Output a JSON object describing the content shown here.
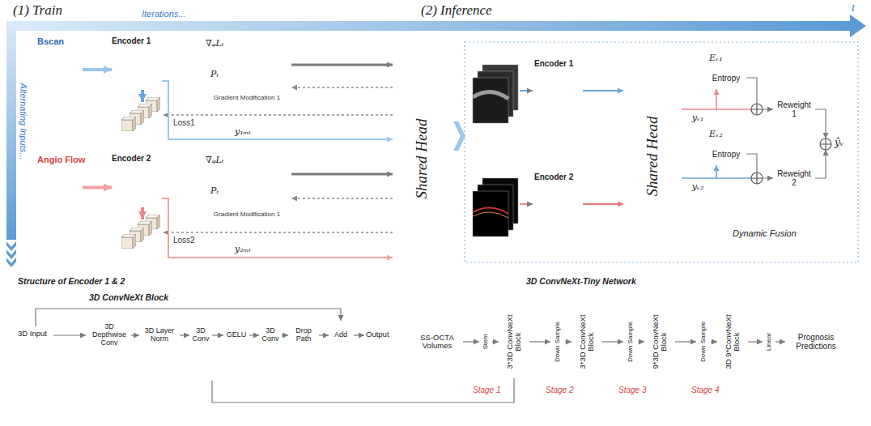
{
  "diagram": {
    "nodes": [
      {
        "text": [
          "Bscan"
        ]
      },
      {
        "text": [
          "Encoder 1"
        ]
      },
      {
        "text": [
          "∇ᵩLₜ",
          "Pₜ",
          "Gradient Modification 1"
        ]
      },
      {
        "text": [
          "Angio Flow"
        ]
      },
      {
        "text": [
          "Encoder 2"
        ]
      },
      {
        "text": [
          "∇ᵩLₜ",
          "Pₜ",
          "Gradient Modification 1"
        ]
      },
      {
        "text": [
          "Shared Head"
        ]
      },
      {
        "text": [
          "Encoder 1"
        ]
      },
      {
        "text": [
          "Encoder 2"
        ]
      },
      {
        "text": [
          "Shared Head"
        ]
      },
      {
        "text": [
          "Eᵥ₁",
          "Entropy"
        ]
      },
      {
        "text": [
          "Reweight 1"
        ]
      },
      {
        "text": [
          "Eᵥ₂",
          "Entropy"
        ]
      },
      {
        "text": [
          "Reweight 2"
        ]
      },
      {
        "text": [
          "Structure of Encoder 1 & 2",
          "3D ConvNeXt-Tiny Network"
        ]
      },
      {
        "text": [
          "3D ConvNeXt Block"
        ],
        "in": 14
      },
      {
        "text": [
          "3D Depthwise Conv"
        ],
        "in": 15
      },
      {
        "text": [
          "3D Layer Norm"
        ],
        "in": 15
      },
      {
        "text": [
          "3D Conv"
        ],
        "in": 15
      },
      {
        "text": [
          "GELU"
        ],
        "in": 15
      },
      {
        "text": [
          "3D Conv"
        ],
        "in": 15
      },
      {
        "text": [
          "Drop Path"
        ],
        "in": 15
      },
      {
        "text": [
          "Add"
        ],
        "in": 15
      },
      {
        "text": [
          "SS-OCTA Volumes"
        ],
        "in": 14
      },
      {
        "text": [
          "Stage 1"
        ],
        "in": 14
      },
      {
        "text": [
          "Stem"
        ],
        "in": 24
      },
      {
        "text": [
          "3*3D ConvNeXt Block"
        ],
        "in": 24
      },
      {
        "text": [
          "Stage 2"
        ],
        "in": 14
      },
      {
        "text": [
          "Down Sample"
        ],
        "in": 27
      },
      {
        "text": [
          "3*3D ConvNeXt Block"
        ],
        "in": 27
      },
      {
        "text": [
          "Stage 3"
        ],
        "in": 14
      },
      {
        "text": [
          "Down Sample"
        ],
        "in": 30
      },
      {
        "text": [
          "9*3D ConvNeXt Block"
        ],
        "in": 30
      },
      {
        "text": [
          "Stage 4"
        ],
        "in": 14
      },
      {
        "text": [
          "Down Sample"
        ],
        "in": 33
      },
      {
        "text": [
          "3D 9*ConvNeXt Block"
        ],
        "in": 33
      },
      {
        "text": [
          "Linear"
        ],
        "in": 14
      },
      {
        "text": [
          "Prognosis Predictions"
        ],
        "in": 14
      }
    ],
    "edges": [
      {
        "from": 0,
        "to": 1,
        "arrow": "to"
      },
      {
        "from": 1,
        "to": 6,
        "label": "y₁ₘₜ",
        "arrow": "to"
      },
      {
        "from": 2,
        "to": 6,
        "arrow": "to"
      },
      {
        "from": 6,
        "to": 2,
        "arrow": "to"
      },
      {
        "from": 3,
        "to": 4,
        "arrow": "to"
      },
      {
        "from": 4,
        "to": 6,
        "label": "y₂ₘₜ",
        "arrow": "to"
      },
      {
        "from": 5,
        "to": 6,
        "arrow": "to"
      },
      {
        "from": 6,
        "to": 5,
        "arrow": "to"
      },
      {
        "from": 7,
        "to": 9,
        "arrow": "to"
      },
      {
        "from": 8,
        "to": 9,
        "arrow": "to"
      },
      {
        "from": 9,
        "to": 10,
        "label": "yᵥ₁",
        "arrow": "to"
      },
      {
        "from": 10,
        "to": 11,
        "arrow": "to"
      },
      {
        "from": 9,
        "to": 12,
        "label": "yᵥ₂",
        "arrow": "to"
      },
      {
        "from": 12,
        "to": 13,
        "arrow": "to"
      },
      {
        "from": 16,
        "to": 17,
        "arrow": "to"
      },
      {
        "from": 17,
        "to": 18,
        "arrow": "to"
      },
      {
        "from": 18,
        "to": 19,
        "arrow": "to"
      },
      {
        "from": 19,
        "to": 20,
        "arrow": "to"
      },
      {
        "from": 20,
        "to": 21,
        "arrow": "to"
      },
      {
        "from": 21,
        "to": 22,
        "arrow": "to"
      },
      {
        "from": 23,
        "to": 25,
        "arrow": "to"
      },
      {
        "from": 25,
        "to": 26,
        "arrow": "to"
      },
      {
        "from": 26,
        "to": 28,
        "arrow": "to"
      },
      {
        "from": 28,
        "to": 29,
        "arrow": "to"
      },
      {
        "from": 29,
        "to": 31,
        "arrow": "to"
      },
      {
        "from": 31,
        "to": 32,
        "arrow": "to"
      },
      {
        "from": 32,
        "to": 34,
        "arrow": "to"
      },
      {
        "from": 34,
        "to": 35,
        "arrow": "to"
      },
      {
        "from": 35,
        "to": 36,
        "arrow": "to"
      },
      {
        "from": 36,
        "to": 37,
        "arrow": "to"
      },
      {
        "from": 15,
        "to": 26,
        "arrow": "none"
      }
    ],
    "labels": [
      "(1) Train",
      "Iterations...",
      "(2) Inference",
      "t",
      "Alternating Inputs...",
      "Loss1",
      "Loss2",
      "Dynamic Fusion",
      "3D Input",
      "Output",
      "ŷᵥ"
    ]
  }
}
